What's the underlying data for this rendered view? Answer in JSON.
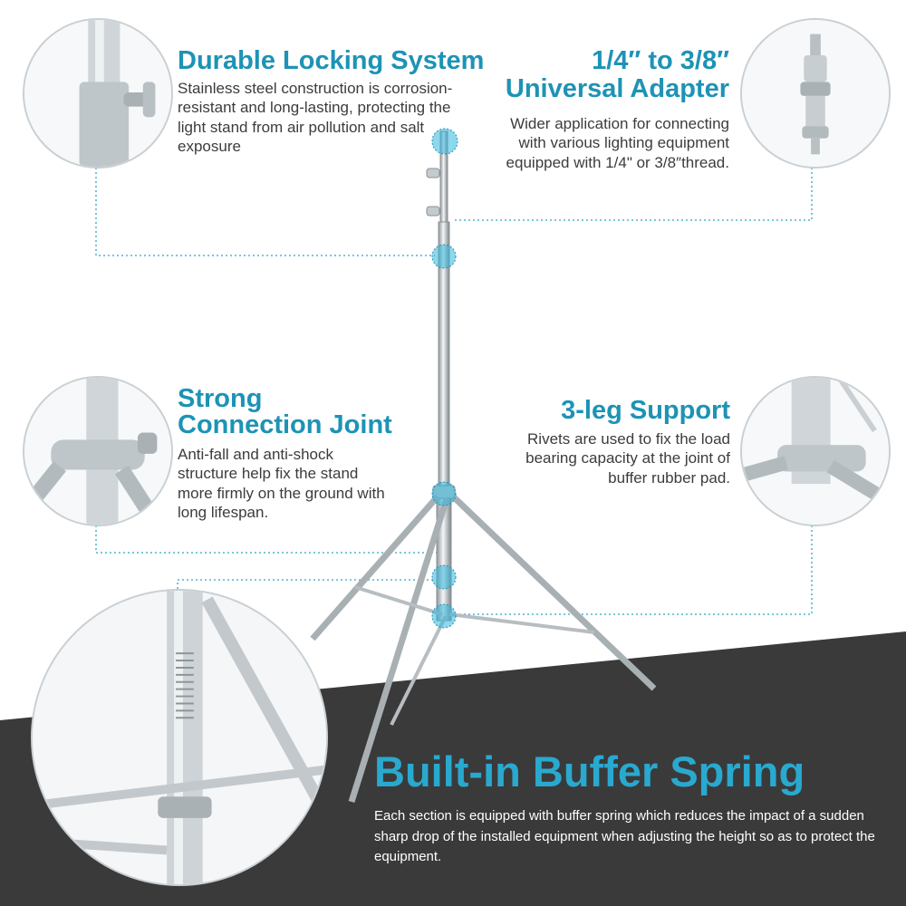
{
  "colors": {
    "accent": "#1d93b5",
    "accent_light": "#29a9cf",
    "dark_panel": "#3a3a3a",
    "text": "#3c3c3c",
    "guide": "#2ea3c6"
  },
  "features": {
    "locking": {
      "title": "Durable Locking System",
      "desc": "Stainless steel construction is corrosion-resistant and long-lasting, protecting the light stand from air pollution and salt exposure"
    },
    "adapter": {
      "title_line1": "1/4″ to 3/8″",
      "title_line2": "Universal Adapter",
      "desc": "Wider application for connecting with various lighting equipment equipped with 1/4\" or 3/8″thread."
    },
    "joint": {
      "title_line1": "Strong",
      "title_line2": "Connection Joint",
      "desc": "Anti-fall and anti-shock structure help fix the stand more firmly on the ground with long lifespan."
    },
    "leg": {
      "title": "3-leg Support",
      "desc": "Rivets are used to fix the load bearing capacity at the joint of buffer rubber pad."
    },
    "buffer": {
      "title": "Built-in Buffer Spring",
      "desc": "Each section is equipped with buffer spring which reduces the impact of a sudden sharp drop of  the installed equipment when adjusting the height so as to protect the equipment."
    }
  }
}
